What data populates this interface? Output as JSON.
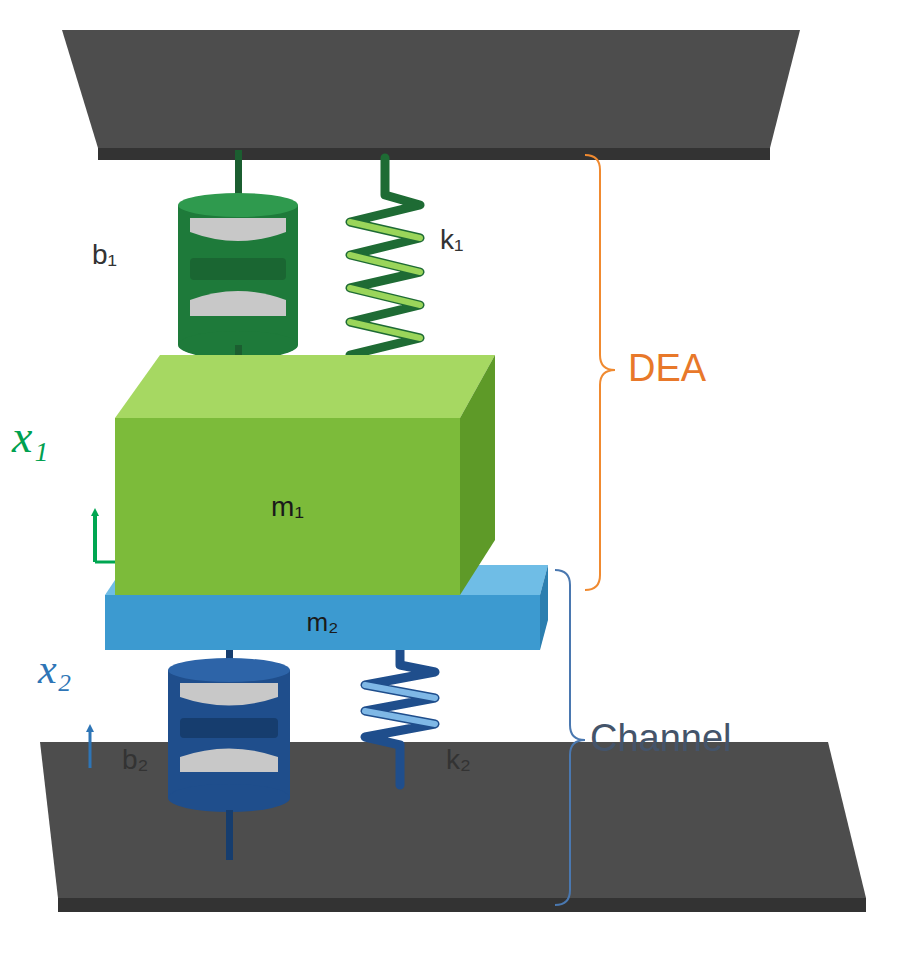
{
  "diagram": {
    "nodes": [
      {
        "text": [
          "m₁"
        ]
      },
      {
        "text": [
          "m₂"
        ]
      }
    ],
    "labels": [
      "b₁",
      "k₁",
      "x₁",
      "DEA",
      "b₂",
      "k₂",
      "x₂",
      "Channel"
    ]
  }
}
